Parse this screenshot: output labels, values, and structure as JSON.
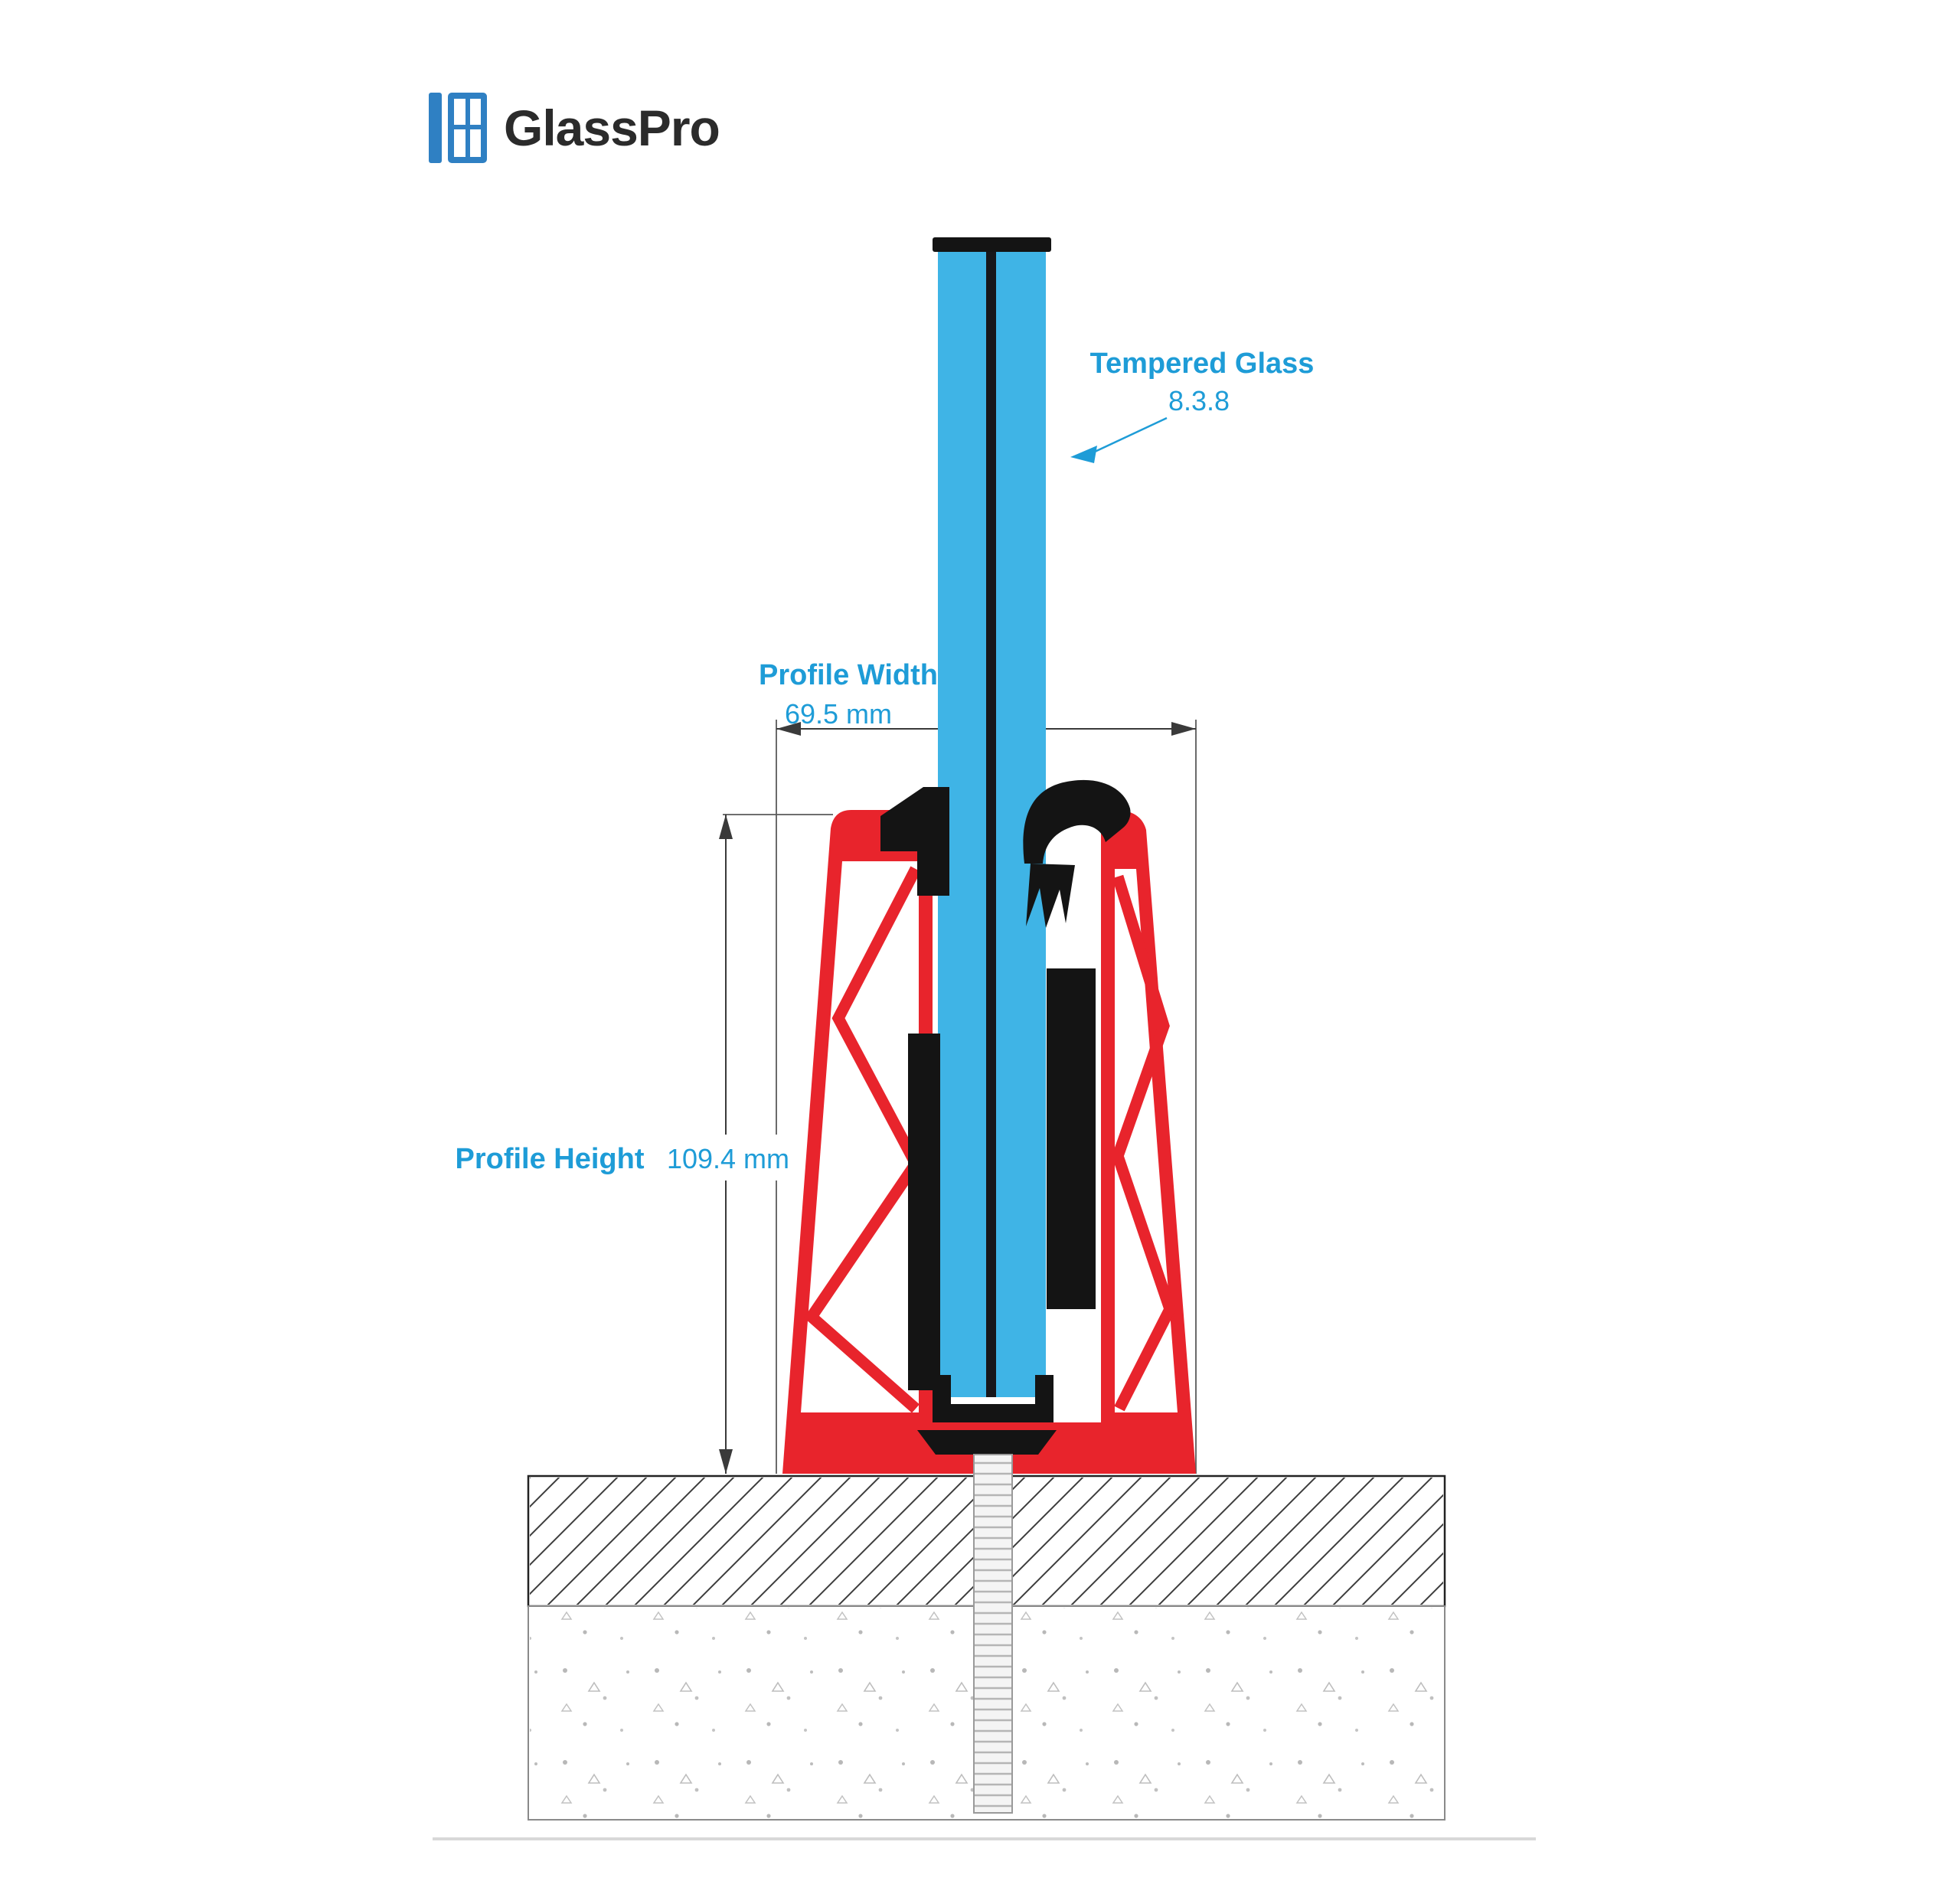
{
  "logo": {
    "brand": "GlassPro"
  },
  "labels": {
    "tempered_glass_title": "Tempered Glass",
    "tempered_glass_value": "8.3.8",
    "profile_width_title": "Profile Width",
    "profile_width_value": "69.5 mm",
    "profile_height_title": "Profile Height",
    "profile_height_value": "109.4 mm"
  },
  "colors": {
    "label_blue": "#1E9CD7",
    "glass_blue": "#3FB4E6",
    "profile_red": "#E8242C",
    "logo_blue": "#2F80C3",
    "gasket_black": "#141414"
  }
}
